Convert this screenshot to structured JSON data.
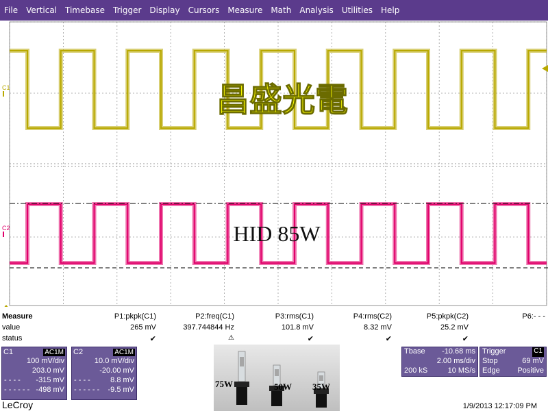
{
  "menu": [
    "File",
    "Vertical",
    "Timebase",
    "Trigger",
    "Display",
    "Cursors",
    "Measure",
    "Math",
    "Analysis",
    "Utilities",
    "Help"
  ],
  "overlay": {
    "watermark": "昌盛光電",
    "title": "HID 85W"
  },
  "channel_markers": {
    "c1": "C1",
    "c2": "C2"
  },
  "colors": {
    "c1": "#b8a800",
    "c2": "#e0006a",
    "menu_bg": "#5b3b8c",
    "panel_bg": "#6b5a98",
    "watermark": "#ffff00"
  },
  "measure": {
    "title": "Measure",
    "row_labels": [
      "value",
      "status"
    ],
    "params": [
      {
        "name": "P1:pkpk(C1)",
        "value": "265 mV",
        "status": "✔"
      },
      {
        "name": "P2:freq(C1)",
        "value": "397.744844 Hz",
        "status": "⚠"
      },
      {
        "name": "P3:rms(C1)",
        "value": "101.8 mV",
        "status": "✔"
      },
      {
        "name": "P4:rms(C2)",
        "value": "8.32 mV",
        "status": "✔"
      },
      {
        "name": "P5:pkpk(C2)",
        "value": "25.2 mV",
        "status": "✔"
      },
      {
        "name": "P6:- - -",
        "value": "",
        "status": ""
      }
    ]
  },
  "channels": [
    {
      "name": "C1",
      "tag": "AC1M",
      "vdiv": "100 mV/div",
      "offset": "203.0 mV",
      "cursor1_label": "- - - -",
      "cursor1": "-315 mV",
      "cursor2_label": "- - - - - -",
      "cursor2": "-498 mV"
    },
    {
      "name": "C2",
      "tag": "AC1M",
      "vdiv": "10.0 mV/div",
      "offset": "-20.00 mV",
      "cursor1_label": "- - - -",
      "cursor1": "8.8 mV",
      "cursor2_label": "- - - - - -",
      "cursor2": "-9.5 mV"
    }
  ],
  "photo": {
    "labels": [
      "75W",
      "50W",
      "35W"
    ]
  },
  "timebase": {
    "title": "Tbase",
    "delay": "-10.68 ms",
    "tdiv": "2.00 ms/div",
    "samples": "200 kS",
    "rate": "10 MS/s"
  },
  "trigger": {
    "title": "Trigger",
    "source": "C1",
    "mode": "Stop",
    "level": "69 mV",
    "type": "Edge",
    "slope": "Positive"
  },
  "footer": {
    "brand": "LeCroy",
    "datetime": "1/9/2013 12:17:09 PM"
  }
}
